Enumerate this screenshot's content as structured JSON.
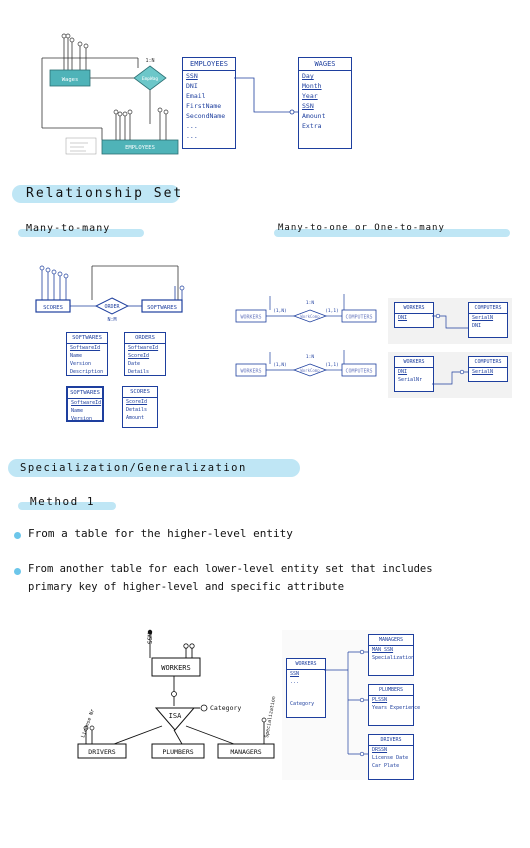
{
  "top": {
    "wages_entity": "Wages",
    "employees_entity": "EMPLOYEES",
    "relationship": "EmpWag",
    "cardinality": "1:N",
    "employees_table": {
      "header": "EMPLOYEES",
      "rows": [
        "SSN",
        "DNI",
        "Email",
        "FirstName",
        "SecondName",
        "...",
        "..."
      ]
    },
    "wages_table": {
      "header": "WAGES",
      "rows": [
        "Day",
        "Month",
        "Year",
        "SSN",
        "Amount",
        "Extra"
      ]
    }
  },
  "section1": {
    "title": "Relationship Set",
    "many_to_many": "Many-to-many",
    "many_to_one": "Many-to-one or One-to-many"
  },
  "m2m": {
    "entity_left": "SCORES",
    "entity_right": "SOFTWARES",
    "relationship": "ORDER",
    "cardinality": "N:M",
    "tables": [
      {
        "header": "SOFTWARES",
        "rows": [
          "SoftwareId",
          "Name",
          "Version",
          "Description"
        ]
      },
      {
        "header": "ORDERS",
        "rows": [
          "SoftwareId",
          "ScoreId",
          "Date",
          "Details"
        ]
      },
      {
        "header": "SOFTWARES",
        "rows": [
          "SoftwareId",
          "Name",
          "Version"
        ]
      },
      {
        "header": "SCORES",
        "rows": [
          "ScoreId",
          "Details",
          "Amount"
        ]
      }
    ]
  },
  "m2o": {
    "workers": "WORKERS",
    "computers": "COMPUTERS",
    "relationship": "WorkComp",
    "left_card": "(1,N)",
    "right_card": "(1,1)",
    "rel_card": "1:N",
    "table1": {
      "left_header": "WORKERS",
      "left_rows": [
        "DNI"
      ],
      "right_header": "COMPUTERS",
      "right_rows": [
        "SerialN",
        "DNI"
      ]
    },
    "table2": {
      "left_header": "WORKERS",
      "left_rows": [
        "DNI",
        "SerialNr"
      ],
      "right_header": "COMPUTERS",
      "right_rows": [
        "SerialN"
      ]
    }
  },
  "section2": {
    "title": "Specialization/Generalization",
    "method": "Method 1",
    "bullet1": "From a table for the higher-level entity",
    "bullet2_line1": "From another table for each lower-level entity set that includes",
    "bullet2_line2": "primary key of higher-level and specific attribute"
  },
  "isa": {
    "top": "WORKERS",
    "isa": "ISA",
    "category": "Category",
    "left": "DRIVERS",
    "middle": "PLUMBERS",
    "right": "MANAGERS",
    "attr_ssn": "SSN",
    "attr_left": "License Nr",
    "attr_spec": "Specialization",
    "tables": {
      "workers": {
        "header": "WORKERS",
        "rows": [
          "SSN",
          "..."
        ],
        "foot": "Category"
      },
      "managers": {
        "header": "MANAGERS",
        "rows": [
          "MAN SSN",
          "Specialization"
        ]
      },
      "plumbers": {
        "header": "PLUMBERS",
        "rows": [
          "PLSSN",
          "Years Experience"
        ]
      },
      "drivers": {
        "header": "DRIVERS",
        "rows": [
          "DRSSN",
          "License Date",
          "Car Plate"
        ]
      }
    }
  },
  "colors": {
    "highlight": "#bfe6f5",
    "ink": "#1e3f9e",
    "teal": "#4fb3b8"
  }
}
